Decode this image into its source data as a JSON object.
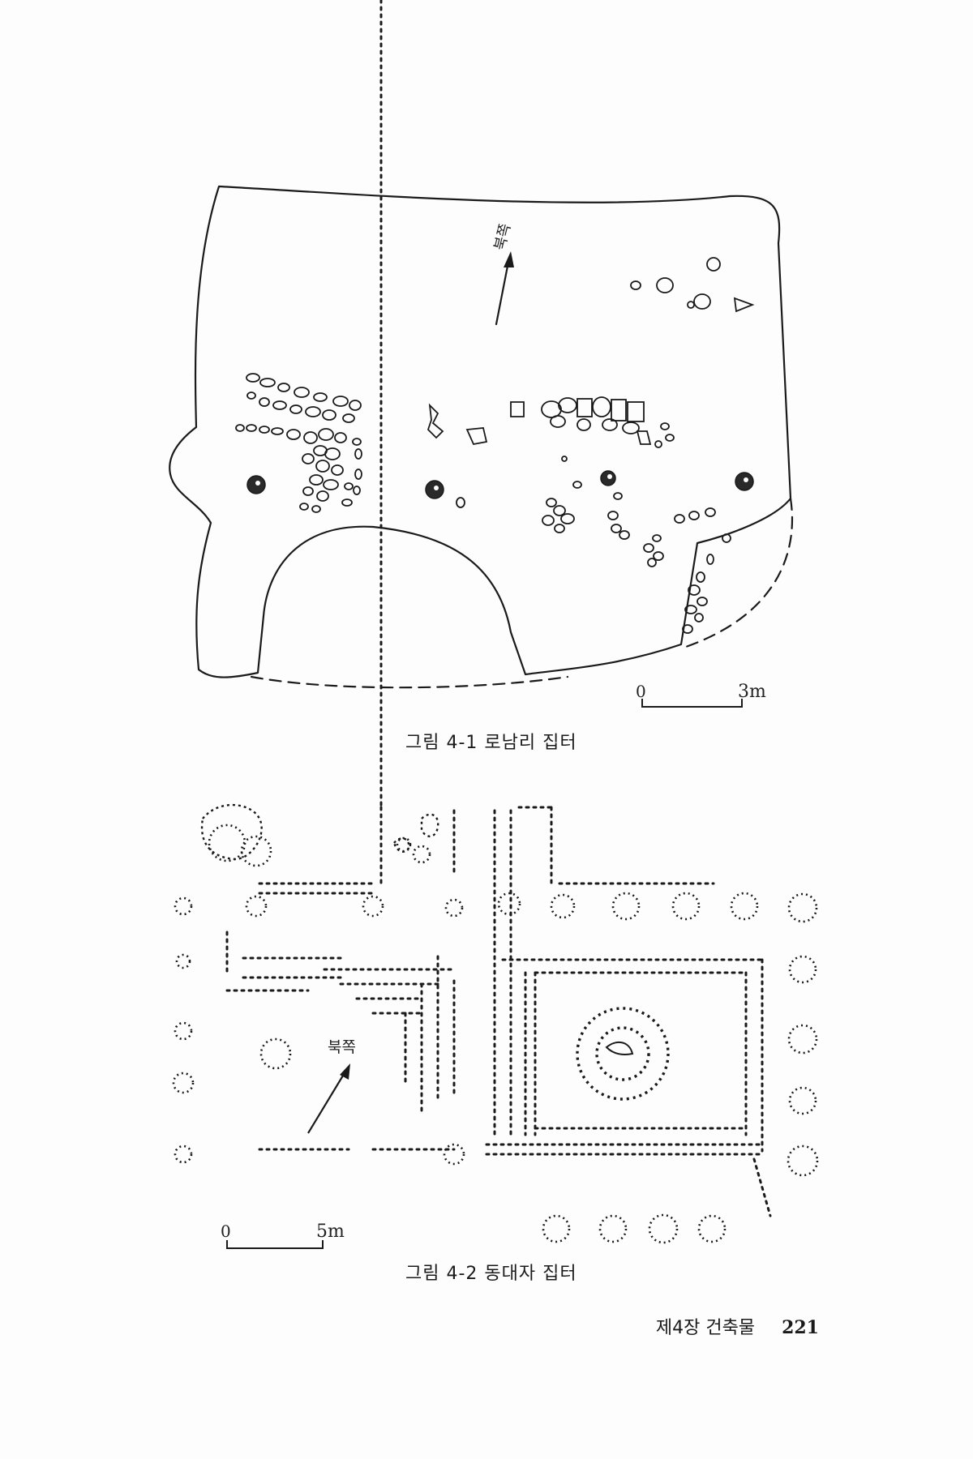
{
  "figure1": {
    "caption": "그림 4-1  로남리 집터",
    "north_label": "북쪽",
    "scale_zero": "0",
    "scale_end": "3m"
  },
  "figure2": {
    "caption": "그림 4-2  동대자 집터",
    "north_label": "북쪽",
    "scale_zero": "0",
    "scale_end": "5m"
  },
  "footer": {
    "chapter": "제4장  건축물",
    "page_number": "221"
  }
}
